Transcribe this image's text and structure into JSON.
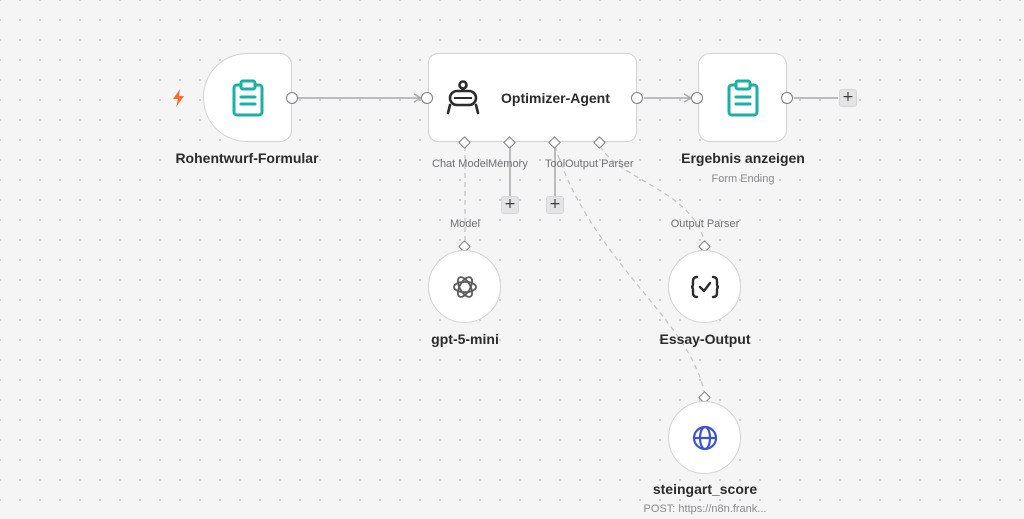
{
  "nodes": {
    "trigger": {
      "label": "Rohentwurf-Formular",
      "icon": "clipboard-icon"
    },
    "agent": {
      "label": "Optimizer-Agent",
      "icon": "robot-icon"
    },
    "result": {
      "label": "Ergebnis anzeigen",
      "sublabel": "Form Ending",
      "icon": "clipboard-icon"
    },
    "model": {
      "label": "gpt-5-mini",
      "icon": "openai-icon"
    },
    "parser": {
      "label": "Essay-Output",
      "icon": "json-check-icon"
    },
    "tool": {
      "label": "steingart_score",
      "sublabel": "POST: https://n8n.frank...",
      "icon": "globe-icon"
    }
  },
  "agent_ports": {
    "chat_model": "Chat Model",
    "memory": "Memory",
    "tool": "Tool",
    "output_parser": "Output Parser"
  },
  "input_labels": {
    "model": "Model",
    "output_parser": "Output Parser"
  },
  "add_button": "+",
  "colors": {
    "teal": "#1ab0a4",
    "blue": "#3d52d5",
    "orange": "#ff6d2d",
    "dark": "#2b2b2b",
    "border": "#d2d2d6",
    "edge": "#b5b5ba"
  }
}
